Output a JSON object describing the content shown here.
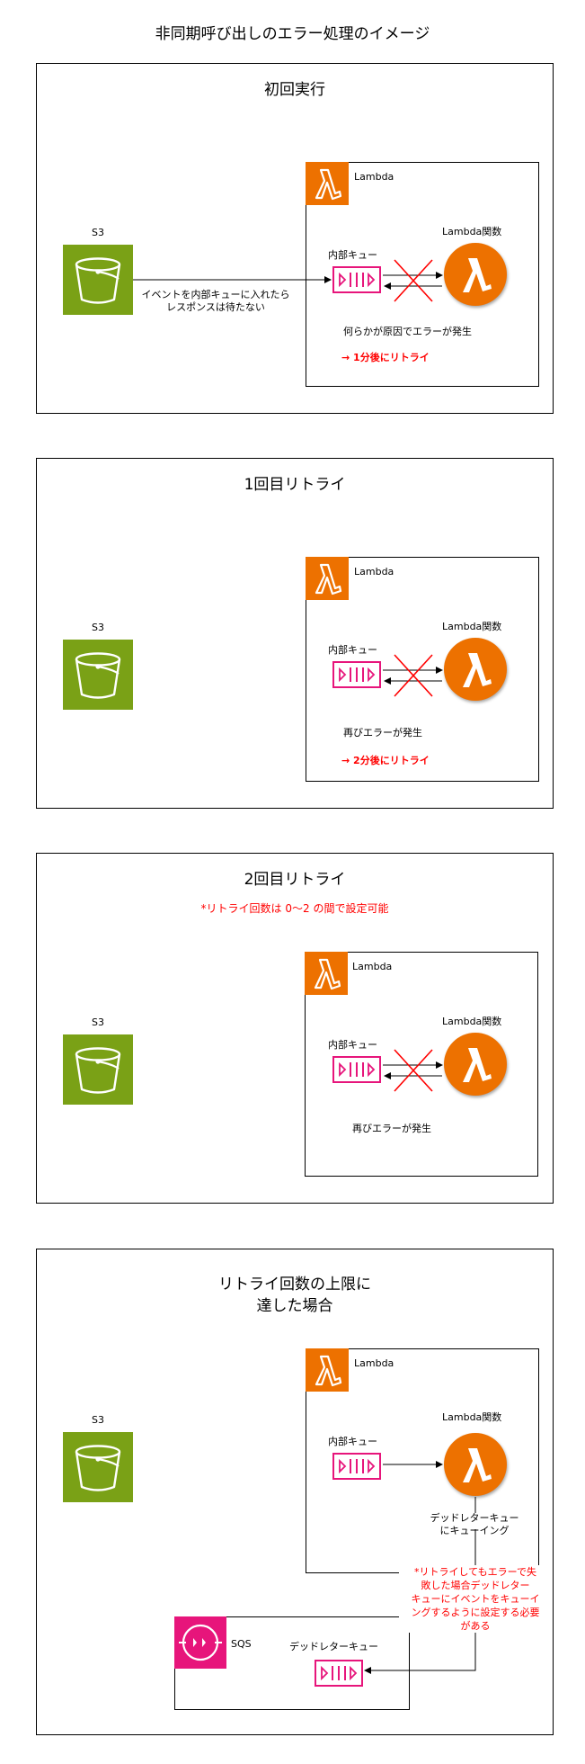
{
  "title": "非同期呼び出しのエラー処理のイメージ",
  "common": {
    "s3_label": "S3",
    "lambda_label": "Lambda",
    "function_label": "Lambda関数",
    "queue_label": "内部キュー",
    "sqs_label": "SQS"
  },
  "panels": {
    "p1": {
      "title": "初回実行",
      "edge_label": "イベントを内部キューに入れたら\nレスポンスは待たない",
      "error_text": "何らかが原因でエラーが発生",
      "retry_text": "→ 1分後にリトライ"
    },
    "p2": {
      "title": "1回目リトライ",
      "error_text": "再びエラーが発生",
      "retry_text": "→ 2分後にリトライ"
    },
    "p3": {
      "title": "2回目リトライ",
      "note": "*リトライ回数は 0～2 の間で設定可能",
      "error_text": "再びエラーが発生"
    },
    "p4": {
      "title": "リトライ回数の上限に\n達した場合",
      "dlq_edge_label": "デッドレターキュー\nにキューイング",
      "note": "*リトライしてもエラーで失\n敗した場合デッドレター\nキューにイベントをキューイ\nングするように設定する必要\nがある",
      "dlq_label": "デッドレターキュー"
    }
  },
  "colors": {
    "s3": "#7aa116",
    "lambda": "#ed7100",
    "queue": "#e7157b",
    "error": "#ff0000"
  },
  "icons": {
    "s3": "bucket-icon",
    "lambda": "lambda-icon",
    "queue": "queue-icon",
    "sqs": "sqs-icon",
    "error": "cross-icon"
  }
}
